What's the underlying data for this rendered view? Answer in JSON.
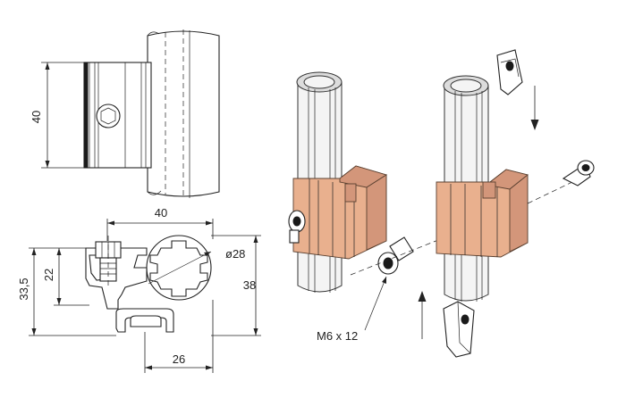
{
  "dimensions": {
    "side_height": "40",
    "top_width": "40",
    "tube_diameter": "ø28",
    "height_22": "22",
    "height_33_5": "33,5",
    "height_38": "38",
    "width_26": "26"
  },
  "callouts": {
    "screw": "M6 x 12"
  },
  "colors": {
    "connector_fill": "#e9b08e",
    "connector_shade": "#d3967a",
    "line": "#222222"
  },
  "icons": [
    "hex-socket-screw-icon",
    "slot-nut-icon",
    "arrow-down-icon",
    "arrow-up-icon"
  ]
}
